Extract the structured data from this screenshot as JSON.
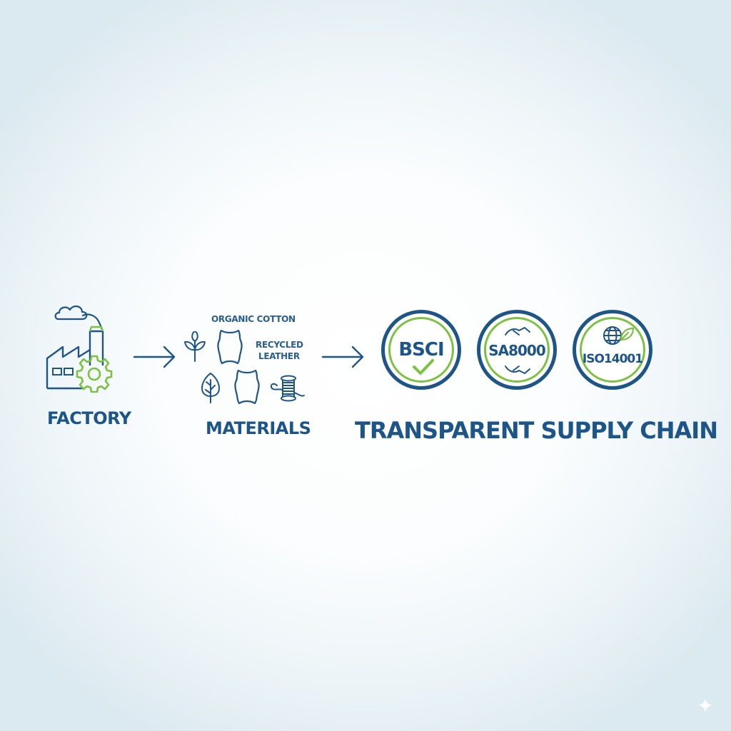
{
  "factory": {
    "label": "FACTORY"
  },
  "materials": {
    "label": "MATERIALS",
    "organic_cotton": "ORGANIC COTTON",
    "recycled_leather_line1": "RECYCLED",
    "recycled_leather_line2": "LEATHER"
  },
  "certifications": {
    "title": "TRANSPARENT SUPPLY CHAIN",
    "badges": [
      {
        "label": "BSCI"
      },
      {
        "label": "SA8000"
      },
      {
        "label": "ISO14001"
      }
    ]
  },
  "colors": {
    "primary_blue": "#1e5589",
    "accent_green": "#7cc242"
  },
  "icons": [
    "factory-icon",
    "cloud-icon",
    "gear-icon",
    "arrow-right-icon",
    "leaf-icon",
    "leather-hide-icon",
    "tree-icon",
    "thread-spool-icon",
    "checkmark-icon",
    "handshake-icon",
    "globe-icon",
    "sparkle-icon"
  ]
}
